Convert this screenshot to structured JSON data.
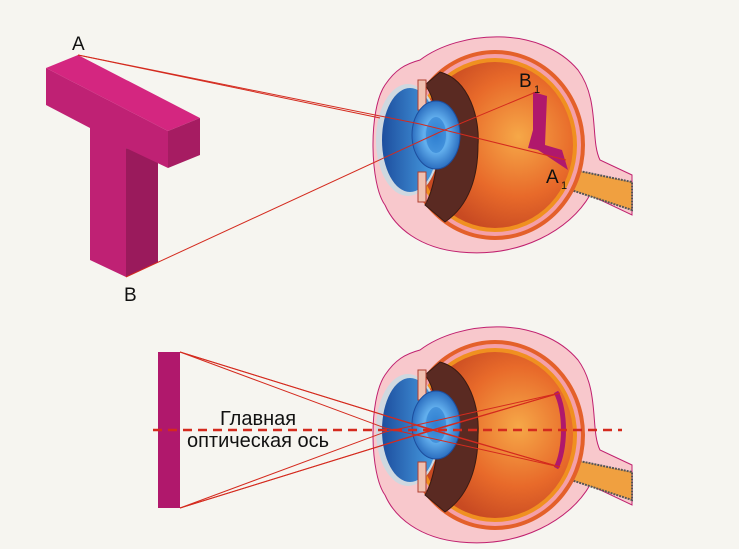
{
  "top_figure": {
    "object_label_top": "A",
    "object_label_bottom": "B",
    "image_label_top": "B",
    "image_label_top_sub": "1",
    "image_label_bottom": "A",
    "image_label_bottom_sub": "1"
  },
  "bottom_figure": {
    "axis_label_line1": "Главная",
    "axis_label_line2": "оптическая ось"
  },
  "colors": {
    "object": "#c0206f",
    "ray": "#d42a1e",
    "background": "#f6f5f0"
  }
}
